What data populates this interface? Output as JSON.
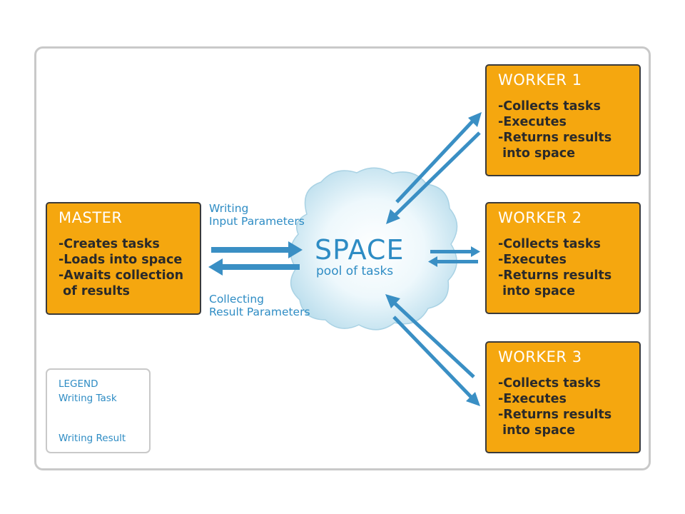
{
  "master": {
    "title": "MASTER",
    "lines": [
      "-Creates tasks",
      "-Loads into space",
      "-Awaits collection",
      " of results"
    ]
  },
  "space": {
    "title": "SPACE",
    "subtitle": "pool of tasks"
  },
  "labels": {
    "writing": [
      "Writing",
      "Input Parameters"
    ],
    "collecting": [
      "Collecting",
      "Result Parameters"
    ]
  },
  "workers": [
    {
      "title": "WORKER 1",
      "lines": [
        "-Collects tasks",
        "-Executes",
        "-Returns results",
        " into space"
      ]
    },
    {
      "title": "WORKER 2",
      "lines": [
        "-Collects tasks",
        "-Executes",
        "-Returns results",
        " into space"
      ]
    },
    {
      "title": "WORKER 3",
      "lines": [
        "-Collects tasks",
        "-Executes",
        "-Returns results",
        " into space"
      ]
    }
  ],
  "legend": {
    "title": "LEGEND",
    "task": "Writing Task",
    "result": "Writing Result"
  },
  "colors": {
    "box": "#f5a70f",
    "arrow": "#3a8fc4",
    "text": "#2e8cc4",
    "cloud": "#d9eef7"
  }
}
